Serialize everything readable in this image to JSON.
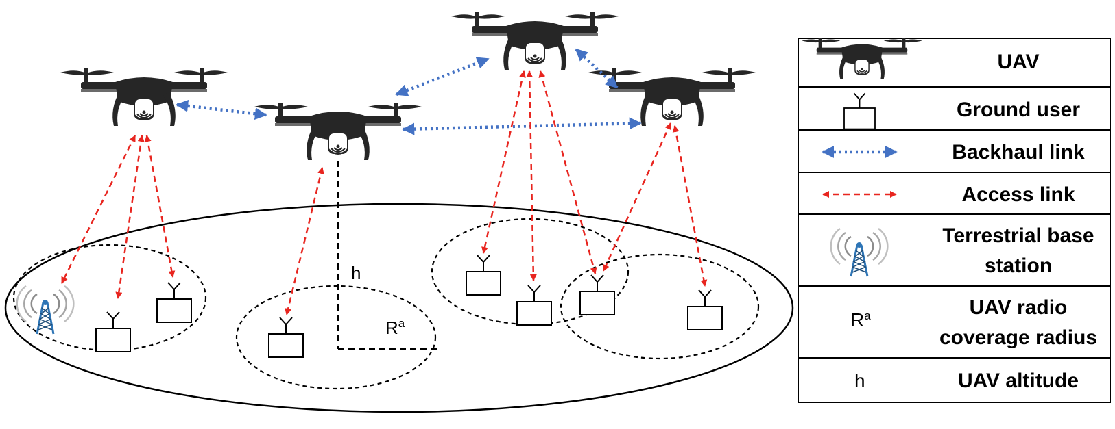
{
  "scene": {
    "height_label": "h",
    "radius_label": {
      "base": "R",
      "sup": "a"
    }
  },
  "legend": {
    "uav": "UAV",
    "ground_user": "Ground user",
    "backhaul_link": "Backhaul link",
    "access_link": "Access link",
    "tbs_line1": "Terrestrial base",
    "tbs_line2": "station",
    "radius_symbol_base": "R",
    "radius_symbol_sup": "a",
    "radius_line1": "UAV radio",
    "radius_line2": "coverage radius",
    "altitude_symbol": "h",
    "altitude": "UAV altitude"
  },
  "colors": {
    "backhaul": "#4472c4",
    "access": "#e8251f",
    "drone": "#262626",
    "tower": "#2e75b6"
  },
  "icons": {
    "drone": "drone-icon",
    "ground_user": "ground-user-icon",
    "tower": "cell-tower-icon"
  }
}
